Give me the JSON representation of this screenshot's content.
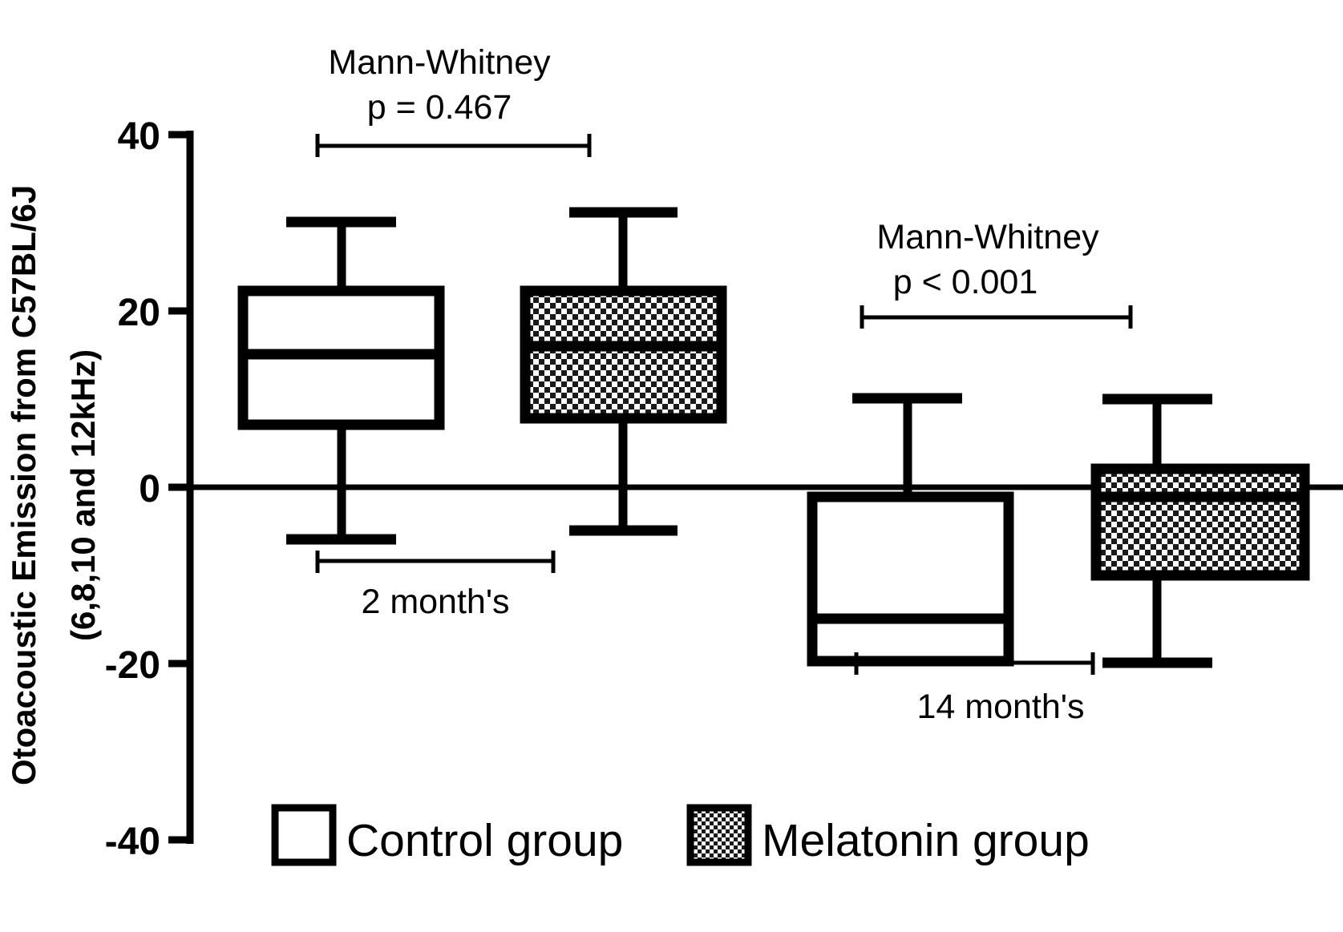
{
  "chart_data": {
    "type": "box",
    "title": "",
    "xlabel": "",
    "ylabel": "Otoacoustic Emission from C57BL/6J (6,8,10 and 12kHz)",
    "ylabel_line1": "Otoacoustic Emission from C57BL/6J",
    "ylabel_line2": "(6,8,10 and 12kHz)",
    "ylim": [
      -40,
      40
    ],
    "yticks": [
      "40",
      "20",
      "0",
      "-20",
      "-40"
    ],
    "ytick_values": [
      40,
      20,
      0,
      -20,
      -40
    ],
    "grid": false,
    "zero_line": true,
    "categories": [
      "2 month's",
      "14 month's"
    ],
    "series": [
      {
        "name": "Control group",
        "fill": "white",
        "boxes": [
          {
            "group": "2 month's",
            "whisker_high": 30,
            "q3": 22,
            "median": 15,
            "q1": 7,
            "whisker_low": -6
          },
          {
            "group": "14 month's",
            "whisker_high": 10,
            "q3": -1,
            "median": -15,
            "q1": -20,
            "whisker_low": null
          }
        ]
      },
      {
        "name": "Melatonin group",
        "fill": "checkerboard",
        "boxes": [
          {
            "group": "2 month's",
            "whisker_high": 31,
            "q3": 22,
            "median": 16,
            "q1": 8,
            "whisker_low": -5
          },
          {
            "group": "14 month's",
            "whisker_high": 10,
            "q3": 2,
            "median": -1,
            "q1": -10,
            "whisker_low": -20
          }
        ]
      }
    ],
    "annotations": [
      {
        "id": "annot-2-month",
        "line1": "Mann-Whitney",
        "line2": "p = 0.467",
        "bracket_group": "2 month's"
      },
      {
        "id": "annot-14-month",
        "line1": "Mann-Whitney",
        "line2": "p < 0.001",
        "bracket_group": "14 month's"
      }
    ],
    "group_brackets": [
      {
        "label": "2 month's"
      },
      {
        "label": "14 month's"
      }
    ],
    "legend": {
      "position": "bottom",
      "entries": [
        {
          "label": "Control group",
          "fill": "white"
        },
        {
          "label": "Melatonin group",
          "fill": "checkerboard"
        }
      ]
    },
    "colors": {
      "line": "#000000",
      "background": "#ffffff",
      "control_fill": "#ffffff",
      "melatonin_fill": "#8a8a8a"
    }
  }
}
